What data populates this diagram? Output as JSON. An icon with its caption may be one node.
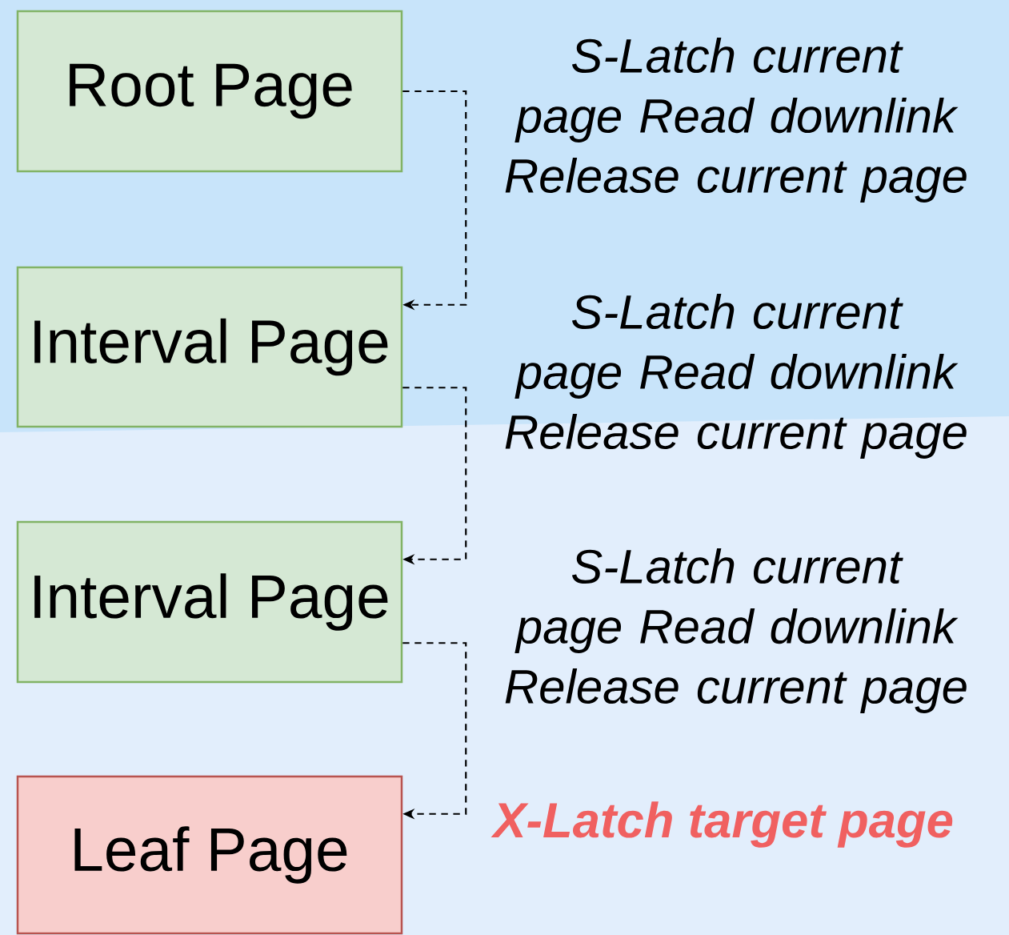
{
  "diagram": {
    "nodes": [
      {
        "text": [
          "Root Page"
        ]
      },
      {
        "text": [
          "Interval Page"
        ]
      },
      {
        "text": [
          "Interval Page"
        ]
      },
      {
        "text": [
          "Leaf Page"
        ],
        "beside": [
          "X-Latch target page"
        ]
      }
    ],
    "edges": [
      {
        "from": 0,
        "to": 1,
        "arrow": "to",
        "style": "dashed",
        "label": "S-Latch current page Read downlink Release current page"
      },
      {
        "from": 1,
        "to": 2,
        "arrow": "to",
        "style": "dashed",
        "label": "S-Latch current page Read downlink Release current page"
      },
      {
        "from": 2,
        "to": 3,
        "arrow": "to",
        "style": "dashed",
        "label": "S-Latch current page Read downlink Release current page"
      }
    ]
  }
}
